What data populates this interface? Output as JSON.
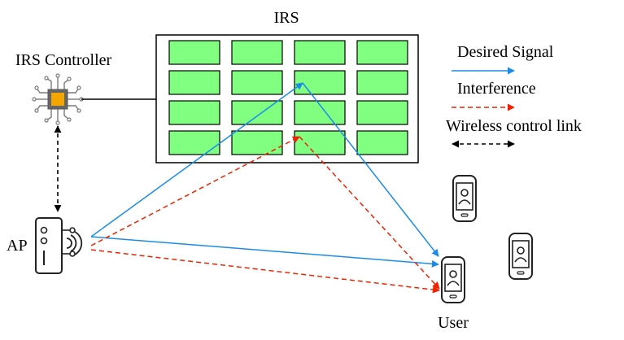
{
  "labels": {
    "irs": "IRS",
    "irs_controller": "IRS Controller",
    "ap": "AP",
    "user": "User"
  },
  "legend": {
    "desired_signal": "Desired Signal",
    "interference": "Interference",
    "wireless_control_link": "Wireless control link"
  },
  "colors": {
    "desired_signal": "#1a8ce8",
    "interference": "#ee2200",
    "control_link": "#000000",
    "irs_element": "#80ff80",
    "chip": "#f5a500"
  },
  "irs_grid": {
    "rows": 4,
    "cols": 4
  },
  "icons": {
    "controller": "chip-icon",
    "ap": "access-point-icon",
    "user": "smartphone-user-icon",
    "other_users": "smartphone-user-icon"
  }
}
